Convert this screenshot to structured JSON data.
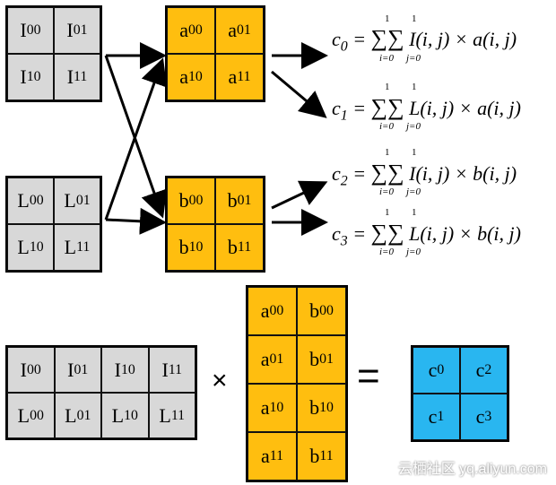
{
  "top_left_I": [
    "I00",
    "I01",
    "I10",
    "I11"
  ],
  "top_left_L": [
    "L00",
    "L01",
    "L10",
    "L11"
  ],
  "top_a": [
    "a00",
    "a01",
    "a10",
    "a11"
  ],
  "top_b": [
    "b00",
    "b01",
    "b10",
    "b11"
  ],
  "equations": [
    {
      "lhs": "c0",
      "sum": "∑∑",
      "body": "I(i, j) × a(i, j)"
    },
    {
      "lhs": "c1",
      "sum": "∑∑",
      "body": "L(i, j) × a(i, j)"
    },
    {
      "lhs": "c2",
      "sum": "∑∑",
      "body": "I(i, j) × b(i, j)"
    },
    {
      "lhs": "c3",
      "sum": "∑∑",
      "body": "L(i, j) × b(i, j)"
    }
  ],
  "sum_upper": "1",
  "sum_lower_i": "i=0",
  "sum_lower_j": "j=0",
  "bottom_matrix": [
    [
      "I00",
      "I01",
      "I10",
      "I11"
    ],
    [
      "L00",
      "L01",
      "L10",
      "L11"
    ]
  ],
  "bottom_ab": [
    [
      "a00",
      "b00"
    ],
    [
      "a01",
      "b01"
    ],
    [
      "a10",
      "b10"
    ],
    [
      "a11",
      "b11"
    ]
  ],
  "result": [
    [
      "c0",
      "c2"
    ],
    [
      "c1",
      "c3"
    ]
  ],
  "times_symbol": "×",
  "equals_symbol": "=",
  "watermark": "云栖社区 yq.aliyun.com"
}
